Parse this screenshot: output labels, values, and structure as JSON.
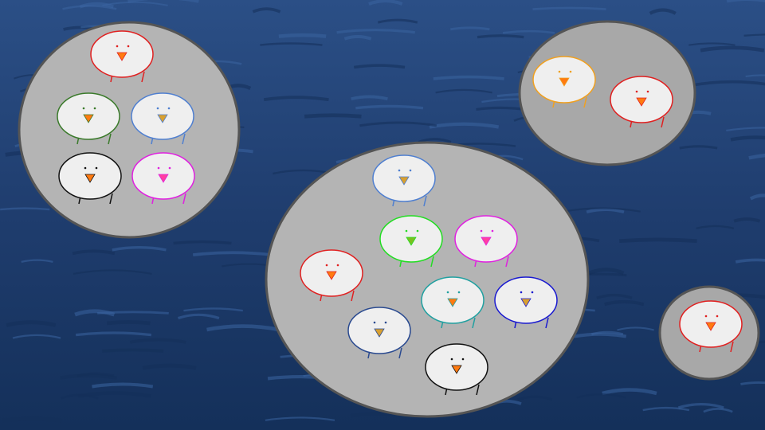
{
  "scene": {
    "background": "ocean-water",
    "water_colors": [
      "#1f3d6e",
      "#2b4f86",
      "#3a64a0",
      "#14305a"
    ]
  },
  "islands": [
    {
      "id": "island-1",
      "fill": "#b4b4b4",
      "birds": [
        {
          "color": "#e02020"
        },
        {
          "color": "#3a7a2a"
        },
        {
          "color": "#4f7fd0"
        },
        {
          "color": "#111111"
        },
        {
          "color": "#e020e0"
        }
      ]
    },
    {
      "id": "island-2",
      "fill": "#a8a8a8",
      "birds": [
        {
          "color": "#f0a020"
        },
        {
          "color": "#e02020"
        }
      ]
    },
    {
      "id": "island-3",
      "fill": "#b4b4b4",
      "birds": [
        {
          "color": "#4f7fd0"
        },
        {
          "color": "#22dd22"
        },
        {
          "color": "#e020e0"
        },
        {
          "color": "#e02020"
        },
        {
          "color": "#20a0a0"
        },
        {
          "color": "#1a1ad0"
        },
        {
          "color": "#2a4a90"
        },
        {
          "color": "#111111"
        }
      ]
    },
    {
      "id": "island-4",
      "fill": "#a8a8a8",
      "birds": [
        {
          "color": "#e02020"
        }
      ]
    }
  ]
}
